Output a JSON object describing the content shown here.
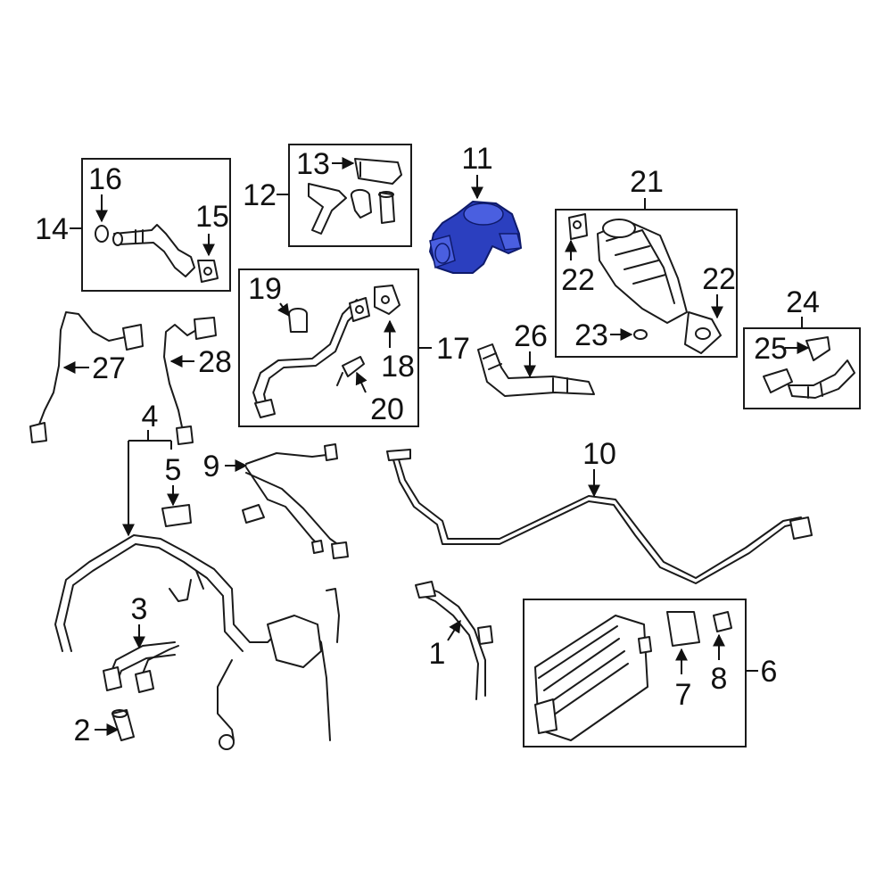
{
  "callouts": {
    "c1": "1",
    "c2": "2",
    "c3": "3",
    "c4": "4",
    "c5": "5",
    "c6": "6",
    "c7": "7",
    "c8": "8",
    "c9": "9",
    "c10": "10",
    "c11": "11",
    "c12": "12",
    "c13": "13",
    "c14": "14",
    "c15": "15",
    "c16": "16",
    "c17": "17",
    "c18": "18",
    "c19": "19",
    "c20": "20",
    "c21": "21",
    "c22a": "22",
    "c22b": "22",
    "c23": "23",
    "c24": "24",
    "c25": "25",
    "c26": "26",
    "c27": "27",
    "c28": "28"
  },
  "colors": {
    "highlight": "#2b3fbf",
    "line": "#1a1a1a"
  }
}
